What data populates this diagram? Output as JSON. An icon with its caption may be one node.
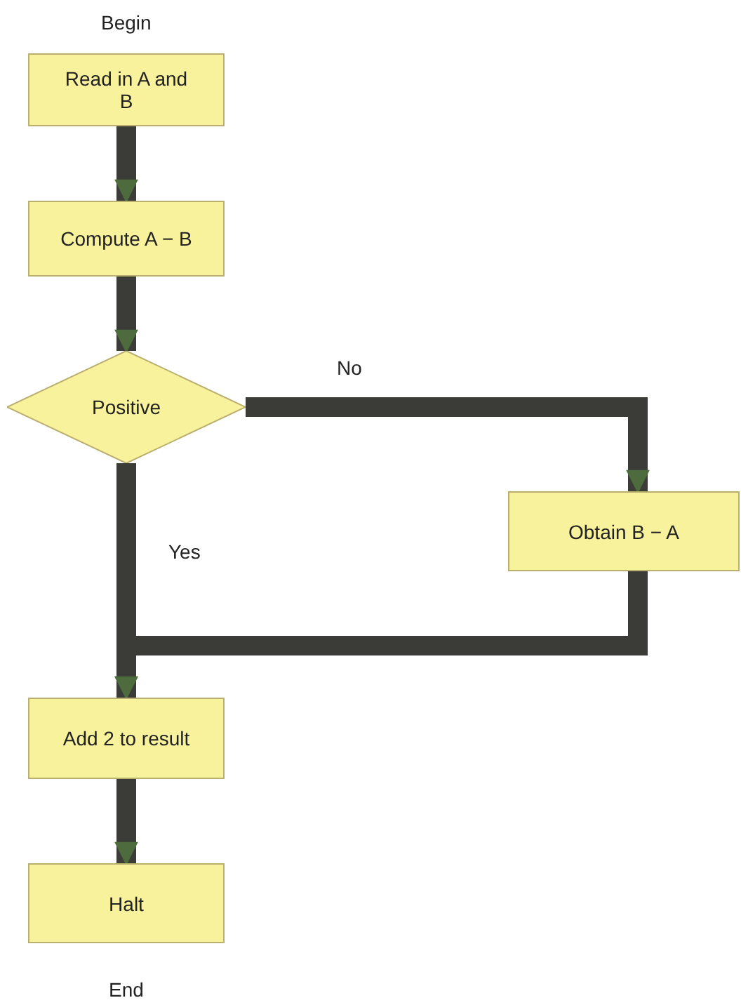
{
  "diagram": {
    "nodes": [
      {
        "text": [
          "Read in A and B"
        ],
        "beside": [
          "Begin"
        ]
      },
      {
        "text": [
          "Compute A − B"
        ]
      },
      {
        "text": [
          "Positive"
        ]
      },
      {
        "text": [
          "Obtain B − A"
        ]
      },
      {
        "text": [
          "Add 2 to result"
        ]
      },
      {
        "text": [
          "Halt"
        ],
        "beside": [
          "End"
        ]
      }
    ],
    "edges": [
      {
        "from": 0,
        "to": 1,
        "arrow": "to"
      },
      {
        "from": 1,
        "to": 2,
        "arrow": "to"
      },
      {
        "from": 2,
        "to": 3,
        "arrow": "to",
        "label": "No"
      },
      {
        "from": 2,
        "to": 4,
        "arrow": "to",
        "label": "Yes"
      },
      {
        "from": 3,
        "to": 4,
        "arrow": "to"
      },
      {
        "from": 4,
        "to": 5,
        "arrow": "to"
      }
    ]
  }
}
